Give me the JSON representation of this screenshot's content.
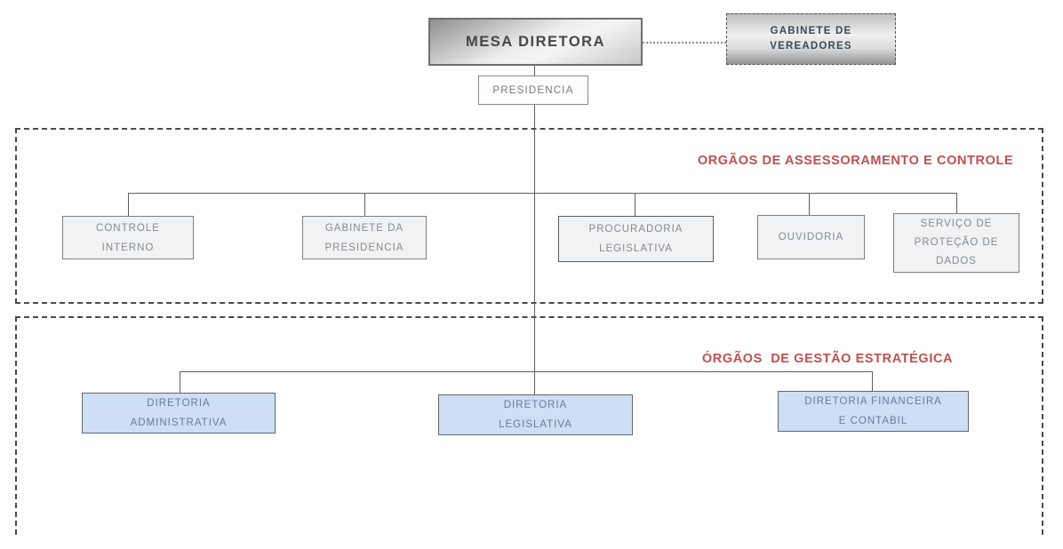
{
  "colors": {
    "section_title": "#c0504d",
    "gray_box_fill": "#f1f2f3",
    "blue_box_fill": "#cddef5",
    "box_text_gray": "#828b95",
    "box_text_blue": "#6a7b97",
    "connector_line": "#5e5e5e",
    "top_box_gradient_dark": "#8f8f8f"
  },
  "chart": {
    "root": {
      "label": "MESA DIRETORA"
    },
    "linked": {
      "label": "GABINETE DE\nVEREADORES"
    },
    "child": {
      "label": "PRESIDENCIA"
    },
    "sections": [
      {
        "title": "ORGÃOS DE ASSESSORAMENTO E CONTROLE",
        "nodes": [
          {
            "label": "CONTROLE\nINTERNO"
          },
          {
            "label": "GABINETE DA\nPRESIDENCIA"
          },
          {
            "label": "PROCURADORIA\nLEGISLATIVA"
          },
          {
            "label": "OUVIDORIA"
          },
          {
            "label": "SERVIÇO DE\nPROTEÇÃO DE\nDADOS"
          }
        ]
      },
      {
        "title": "ÓRGÃOS  DE GESTÃO ESTRATÉGICA",
        "nodes": [
          {
            "label": "DIRETORIA\nADMINISTRATIVA"
          },
          {
            "label": "DIRETORIA\nLEGISLATIVA"
          },
          {
            "label": "DIRETORIA FINANCEIRA\nE CONTABIL"
          }
        ]
      }
    ]
  }
}
